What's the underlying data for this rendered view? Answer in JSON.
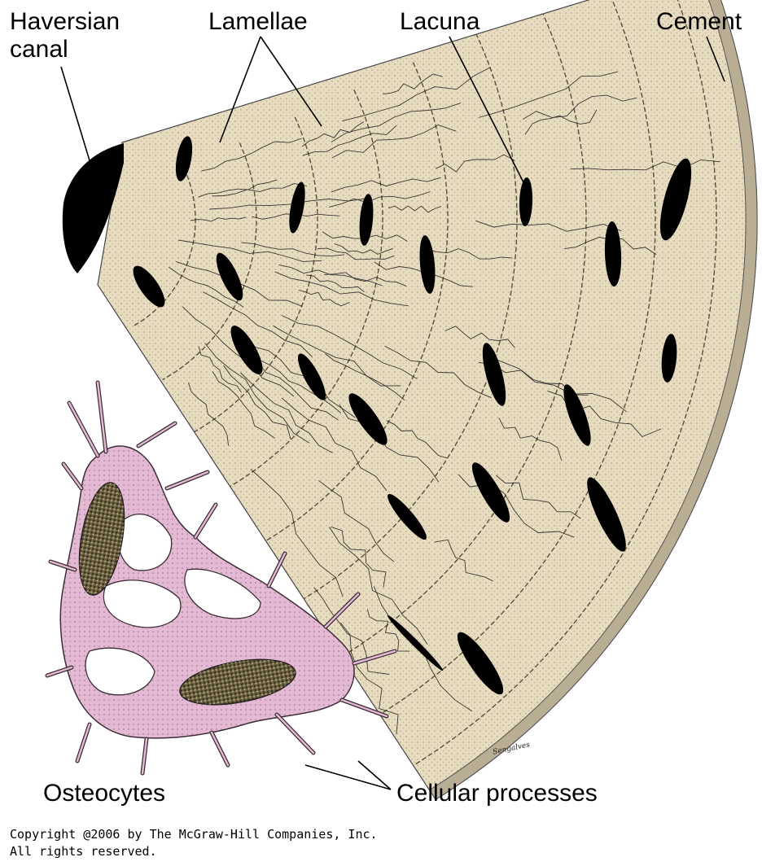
{
  "labels": {
    "haversian_canal_line1": "Haversian",
    "haversian_canal_line2": "canal",
    "lamellae": "Lamellae",
    "lacuna": "Lacuna",
    "cement": "Cement",
    "osteocytes": "Osteocytes",
    "cellular_processes": "Cellular processes"
  },
  "copyright": {
    "line1": "Copyright @2006 by The McGraw-Hill Companies, Inc.",
    "line2": "All rights reserved."
  },
  "colors": {
    "bone_matrix": "#e8dcc0",
    "cement_band": "#b9ad94",
    "lacuna_fill": "#000000",
    "osteocyte_cytoplasm": "#e4b9d4",
    "nucleus_fill": "#6b6040",
    "canaliculi_stroke": "#1a1a1a"
  }
}
